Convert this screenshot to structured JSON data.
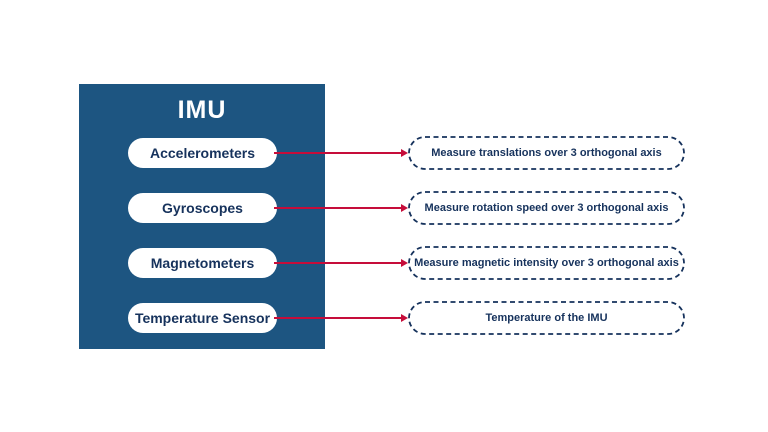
{
  "diagram": {
    "title": "IMU",
    "components": [
      {
        "label": "Accelerometers",
        "description": "Measure translations over 3 orthogonal axis"
      },
      {
        "label": "Gyroscopes",
        "description": "Measure rotation speed over 3 orthogonal axis"
      },
      {
        "label": "Magnetometers",
        "description": "Measure magnetic intensity over 3 orthogonal axis"
      },
      {
        "label": "Temperature Sensor",
        "description": "Temperature of the IMU"
      }
    ]
  },
  "colors": {
    "panel_background": "#1d5581",
    "panel_title": "#ffffff",
    "pill_background": "#ffffff",
    "pill_text": "#16325c",
    "description_border": "#16325c",
    "description_text": "#16325c",
    "arrow": "#c60d3a",
    "page_background": "#ffffff"
  }
}
